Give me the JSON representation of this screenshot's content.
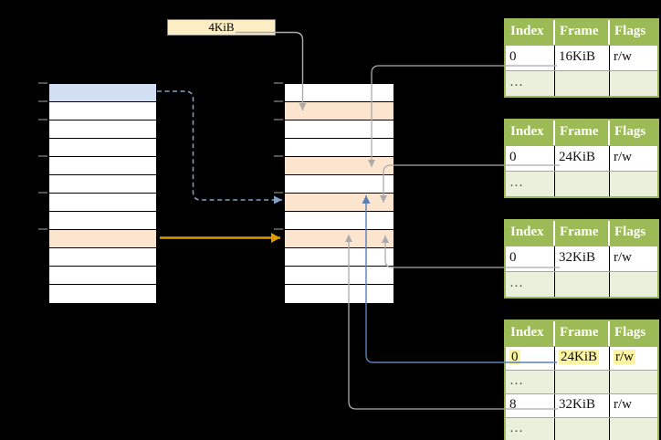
{
  "frame_size_label": "4KiB",
  "page_tables": [
    {
      "headers": [
        "Index",
        "Frame",
        "Flags"
      ],
      "rows": [
        [
          "0",
          "16KiB",
          "r/w"
        ],
        [
          "…",
          "",
          ""
        ]
      ]
    },
    {
      "headers": [
        "Index",
        "Frame",
        "Flags"
      ],
      "rows": [
        [
          "0",
          "24KiB",
          "r/w"
        ],
        [
          "…",
          "",
          ""
        ]
      ]
    },
    {
      "headers": [
        "Index",
        "Frame",
        "Flags"
      ],
      "rows": [
        [
          "0",
          "32KiB",
          "r/w"
        ],
        [
          "…",
          "",
          ""
        ]
      ]
    },
    {
      "headers": [
        "Index",
        "Frame",
        "Flags"
      ],
      "rows": [
        [
          "0",
          "24KiB",
          "r/w"
        ],
        [
          "…",
          "",
          ""
        ],
        [
          "8",
          "32KiB",
          "r/w"
        ],
        [
          "…",
          "",
          ""
        ]
      ],
      "highlighted_row": 0
    }
  ],
  "colors": {
    "background": "#000000",
    "table_header_green": "#9cba55",
    "table_row_light_green": "#eaf0dc",
    "highlight_yellow": "#fdf4a0",
    "virtual_page_blue": "#d2dff2",
    "mapped_page_orange": "#fce5cf",
    "label_fill": "#fcedc4",
    "arrow_gray": "#ababab",
    "arrow_blue": "#5b7fb5",
    "arrow_dashed_blue": "#84a1cc",
    "arrow_orange": "#e09a00"
  }
}
